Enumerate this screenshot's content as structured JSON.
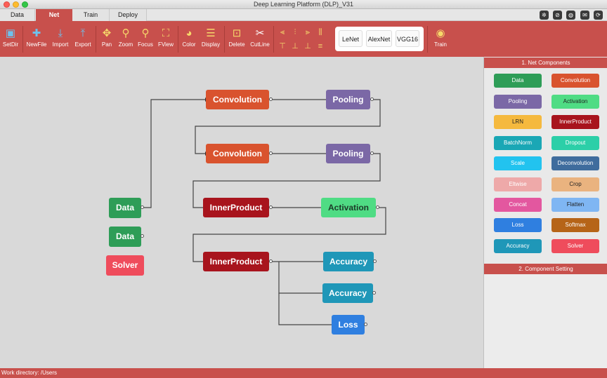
{
  "window": {
    "title": "Deep Learning Platform (DLP)_V31"
  },
  "tabs": [
    {
      "label": "Data",
      "active": false
    },
    {
      "label": "Net",
      "active": true
    },
    {
      "label": "Train",
      "active": false
    },
    {
      "label": "Deploy",
      "active": false
    }
  ],
  "toolbar": {
    "setdir": "SetDir",
    "newfile": "NewFile",
    "import": "Import",
    "export": "Export",
    "pan": "Pan",
    "zoom": "Zoom",
    "focus": "Focus",
    "fview": "FView",
    "color": "Color",
    "display": "Display",
    "delete": "Delete",
    "cutline": "CutLine",
    "train": "Train",
    "presets": [
      "LeNet",
      "AlexNet",
      "VGG16"
    ]
  },
  "canvas": {
    "nodes": [
      {
        "label": "Convolution",
        "color": "#d9532e"
      },
      {
        "label": "Pooling",
        "color": "#7b68a6"
      },
      {
        "label": "Convolution",
        "color": "#d9532e"
      },
      {
        "label": "Pooling",
        "color": "#7b68a6"
      },
      {
        "label": "InnerProduct",
        "color": "#a8141d"
      },
      {
        "label": "Activation",
        "color": "#4fdc84"
      },
      {
        "label": "InnerProduct",
        "color": "#a8141d"
      },
      {
        "label": "Accuracy",
        "color": "#1f97b8"
      },
      {
        "label": "Accuracy",
        "color": "#1f97b8"
      },
      {
        "label": "Loss",
        "color": "#2f7fe0"
      },
      {
        "label": "Data",
        "color": "#2e9d57"
      },
      {
        "label": "Data",
        "color": "#2e9d57"
      },
      {
        "label": "Solver",
        "color": "#ef4c5c"
      }
    ]
  },
  "panel": {
    "components_header": "1. Net Components",
    "setting_header": "2. Component Setting",
    "components": [
      {
        "label": "Data",
        "color": "#2e9d57"
      },
      {
        "label": "Convolution",
        "color": "#d9532e"
      },
      {
        "label": "Pooling",
        "color": "#7b68a6"
      },
      {
        "label": "Activation",
        "color": "#4fdc84"
      },
      {
        "label": "LRN",
        "color": "#f5b93e"
      },
      {
        "label": "InnerProduct",
        "color": "#a8141d"
      },
      {
        "label": "BatchNorm",
        "color": "#1aa7b5"
      },
      {
        "label": "Dropout",
        "color": "#2ccfa8"
      },
      {
        "label": "Scale",
        "color": "#22c3ef"
      },
      {
        "label": "Deconvolution",
        "color": "#3f6c9d"
      },
      {
        "label": "Eltwise",
        "color": "#eea9a9"
      },
      {
        "label": "Crop",
        "color": "#eab37f"
      },
      {
        "label": "Concat",
        "color": "#e3579f"
      },
      {
        "label": "Flatten",
        "color": "#7fb6f3"
      },
      {
        "label": "Loss",
        "color": "#2f7fe0"
      },
      {
        "label": "Softmax",
        "color": "#b66418"
      },
      {
        "label": "Accuracy",
        "color": "#1f97b8"
      },
      {
        "label": "Solver",
        "color": "#ef4c5c"
      }
    ]
  },
  "status": {
    "text": "Work directory: /Users"
  }
}
